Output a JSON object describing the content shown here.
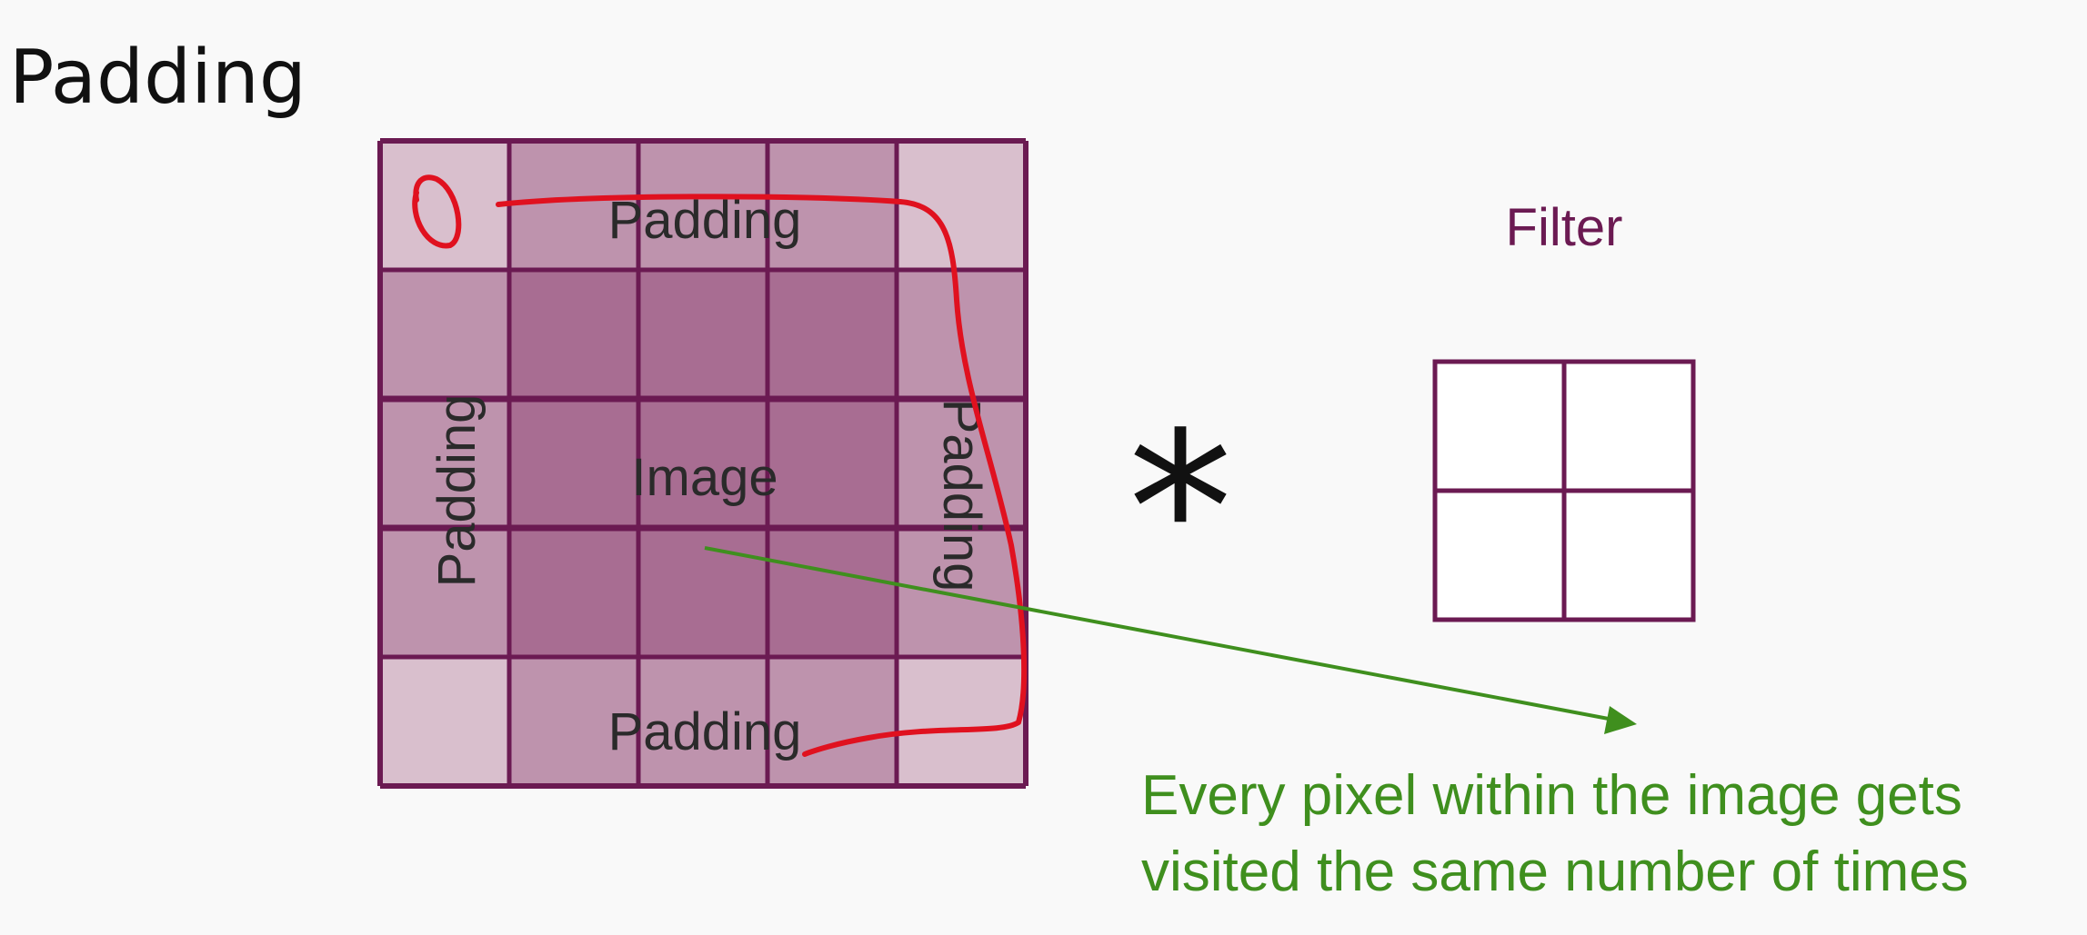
{
  "slide": {
    "title": "Padding"
  },
  "diagram": {
    "grid_rows": 5,
    "grid_cols": 5,
    "cell_tones": [
      [
        "corner",
        "pad",
        "pad",
        "pad",
        "corner"
      ],
      [
        "pad",
        "image",
        "image",
        "image",
        "pad"
      ],
      [
        "pad",
        "image",
        "image",
        "image",
        "pad"
      ],
      [
        "pad",
        "image",
        "image",
        "image",
        "pad"
      ],
      [
        "corner",
        "pad",
        "pad",
        "pad",
        "corner"
      ]
    ],
    "labels": {
      "padding_top": "Padding",
      "padding_bottom": "Padding",
      "padding_left": "Padding",
      "padding_right": "Padding",
      "image": "Image"
    },
    "operator_symbol": "*",
    "filter": {
      "title": "Filter",
      "rows": 2,
      "cols": 2
    },
    "annotation": {
      "lines": [
        "Every pixel within the image gets",
        "visited the same number of times"
      ]
    },
    "colors": {
      "grid_line": "#6b1a52",
      "corner_cell": "#d9bfcd",
      "pad_cell": "#be93ad",
      "image_cell": "#a86d92",
      "filter_line": "#6b1a52",
      "filter_title": "#6b1a52",
      "annotation": "#3f8f1e",
      "arrow": "#3f8f1e",
      "ink_red": "#e0111f",
      "text_dark": "#2a2a2a"
    }
  }
}
